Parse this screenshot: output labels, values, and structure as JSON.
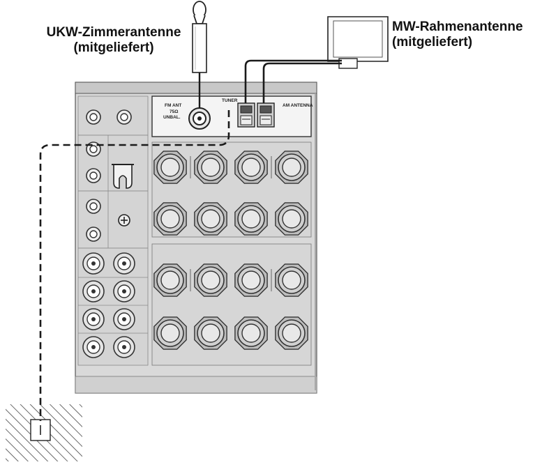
{
  "labels": {
    "fm_antenna": {
      "line1": "UKW-Zimmerantenne",
      "line2": "(mitgeliefert)"
    },
    "am_antenna": {
      "line1": "MW-Rahmenantenne",
      "line2": "(mitgeliefert)"
    }
  },
  "panel": {
    "tuner_label": "TUNER",
    "fm_jack_line1": "FM ANT",
    "fm_jack_line2": "75Ω",
    "fm_jack_line3": "UNBAL.",
    "am_jack_label": "AM ANTENNA"
  },
  "colors": {
    "chassis": "#d9d9d9",
    "terminal": "#bdbdbd",
    "line": "#1a1a1a"
  }
}
